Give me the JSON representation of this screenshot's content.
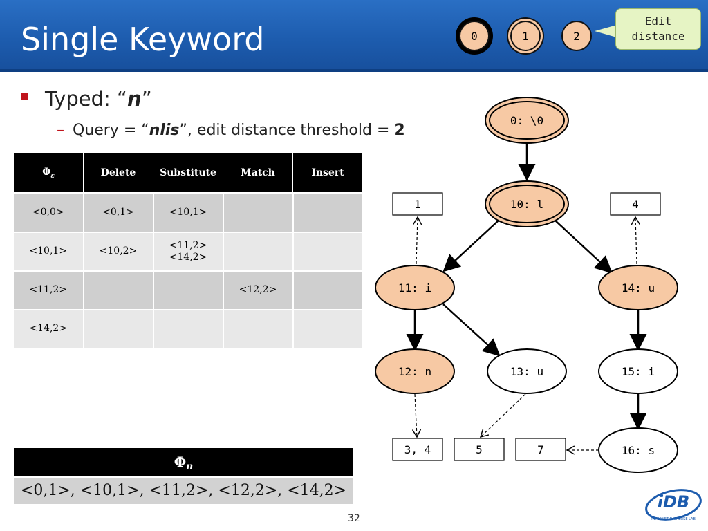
{
  "header": {
    "title": "Single Keyword",
    "distances": [
      "0",
      "1",
      "2"
    ],
    "callout": [
      "Edit",
      "distance"
    ]
  },
  "bullets": {
    "typed_prefix": "Typed: “",
    "typed_char": "n",
    "typed_suffix": "”",
    "query_prefix": "Query = “",
    "query_word": "nlis",
    "query_mid": "”, edit distance threshold = ",
    "threshold": "2"
  },
  "table": {
    "headers": [
      "Φε",
      "Delete",
      "Substitute",
      "Match",
      "Insert"
    ],
    "rows": [
      [
        "<0,0>",
        "<0,1>",
        "<10,1>",
        "",
        ""
      ],
      [
        "<10,1>",
        "<10,2>",
        "<11,2>\n<14,2>",
        "",
        ""
      ],
      [
        "<11,2>",
        "",
        "",
        "<12,2>",
        ""
      ],
      [
        "<14,2>",
        "",
        "",
        "",
        ""
      ]
    ]
  },
  "result": {
    "phi": "Φ",
    "subscript": "n",
    "value": "<0,1>, <10,1>, <11,2>, <12,2>, <14,2>"
  },
  "trie": {
    "nodes": {
      "n0": "0: \\0",
      "n10": "10: l",
      "n11": "11: i",
      "n14": "14: u",
      "n12": "12: n",
      "n13": "13: u",
      "n15": "15: i",
      "n16": "16: s"
    },
    "lists": {
      "l1": "1",
      "l4": "4",
      "l34": "3, 4",
      "l5": "5",
      "l7": "7"
    },
    "colors": {
      "active": "#f7c9a4",
      "inactive": "#ffffff"
    }
  },
  "footer": {
    "page_number": "32",
    "logo_text": "iDB",
    "logo_subtext": "INTERNET DATABASE LAB"
  }
}
